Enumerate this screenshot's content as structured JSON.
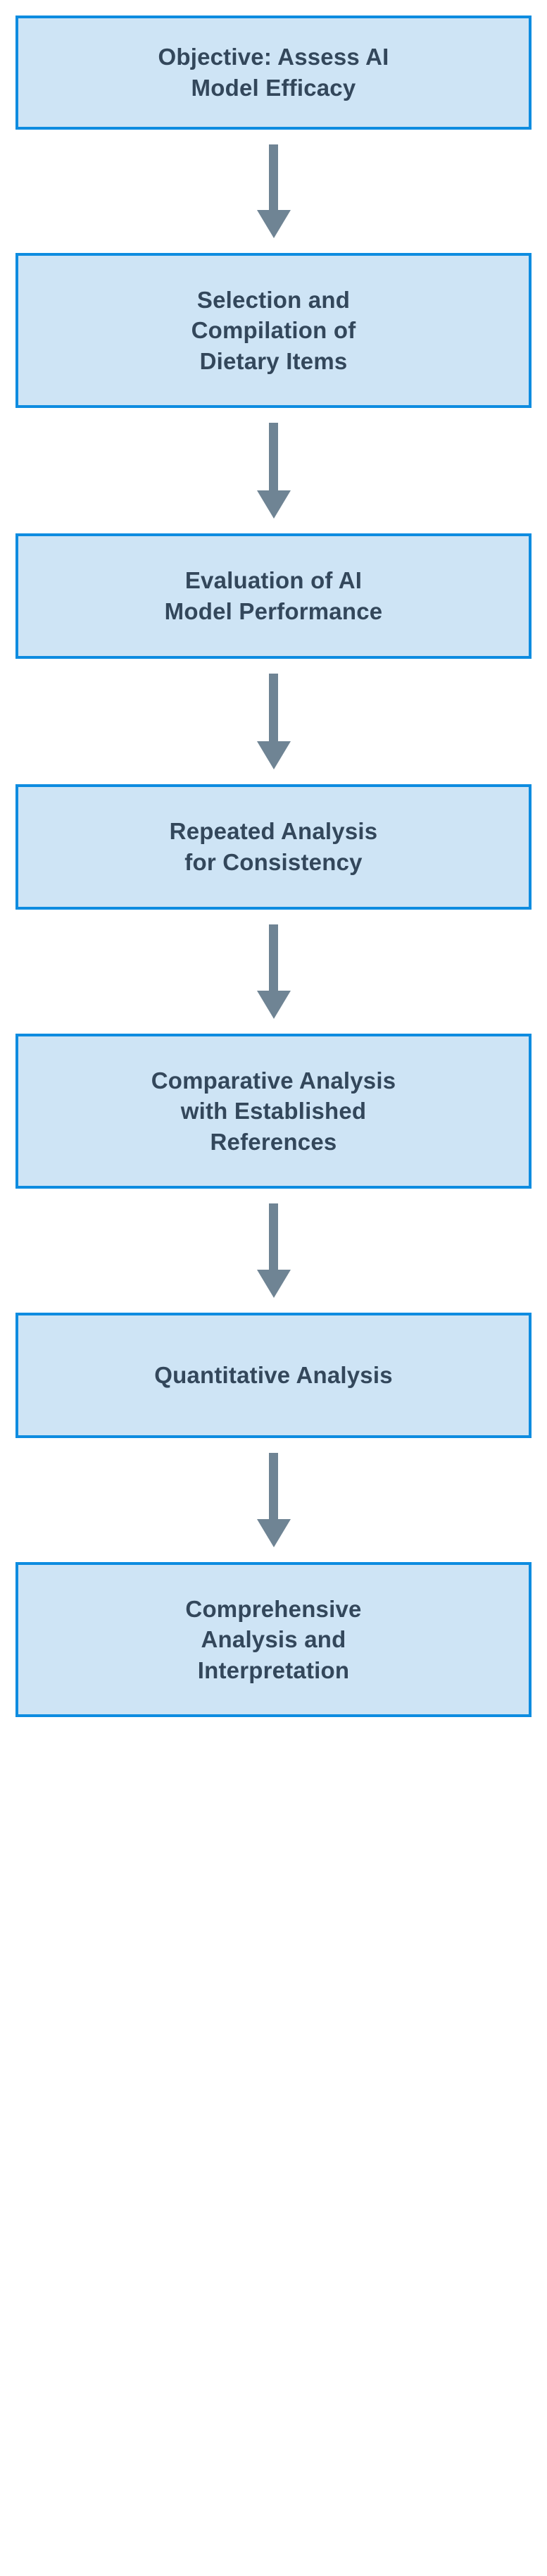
{
  "diagram": {
    "type": "vertical-flowchart",
    "orientation": "top-to-bottom",
    "node_count": 7,
    "connector_count": 6,
    "colors": {
      "node_fill": "#cee4f5",
      "node_border": "#0e8ce0",
      "node_text": "#33475b",
      "arrow": "#6f8494",
      "background": "#ffffff"
    },
    "nodes": [
      {
        "id": "node-1",
        "label": "Objective: Assess AI\nModel Efficacy"
      },
      {
        "id": "node-2",
        "label": "Selection and\nCompilation of\nDietary Items"
      },
      {
        "id": "node-3",
        "label": "Evaluation of AI\nModel Performance"
      },
      {
        "id": "node-4",
        "label": "Repeated Analysis\nfor Consistency"
      },
      {
        "id": "node-5",
        "label": "Comparative Analysis\nwith Established\nReferences"
      },
      {
        "id": "node-6",
        "label": "Quantitative Analysis"
      },
      {
        "id": "node-7",
        "label": "Comprehensive\nAnalysis and\nInterpretation"
      }
    ],
    "connectors": [
      {
        "id": "arrow-1",
        "from": "node-1",
        "to": "node-2",
        "icon": "arrow-down-icon"
      },
      {
        "id": "arrow-2",
        "from": "node-2",
        "to": "node-3",
        "icon": "arrow-down-icon"
      },
      {
        "id": "arrow-3",
        "from": "node-3",
        "to": "node-4",
        "icon": "arrow-down-icon"
      },
      {
        "id": "arrow-4",
        "from": "node-4",
        "to": "node-5",
        "icon": "arrow-down-icon"
      },
      {
        "id": "arrow-5",
        "from": "node-5",
        "to": "node-6",
        "icon": "arrow-down-icon"
      },
      {
        "id": "arrow-6",
        "from": "node-6",
        "to": "node-7",
        "icon": "arrow-down-icon"
      }
    ]
  }
}
